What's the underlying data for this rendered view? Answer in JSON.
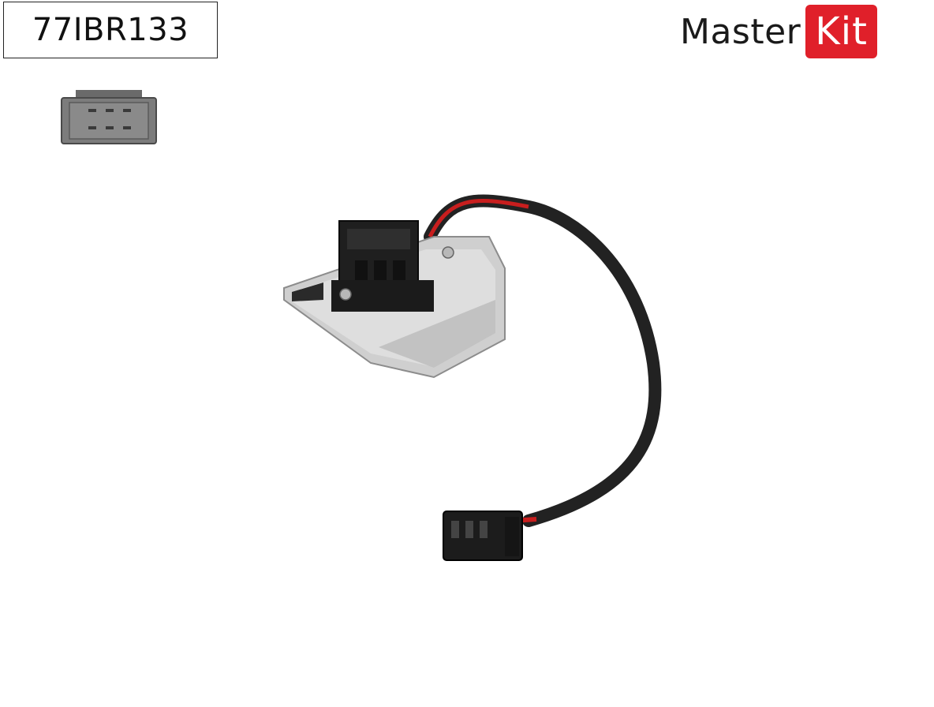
{
  "header": {
    "part_code": "77IBR133"
  },
  "brand": {
    "master": "Master",
    "kit": "Kit",
    "accent_color": "#e0202a"
  },
  "icons": {
    "connector_pinout": "connector-pinout-icon",
    "product": "blower-resistor-product-photo"
  }
}
